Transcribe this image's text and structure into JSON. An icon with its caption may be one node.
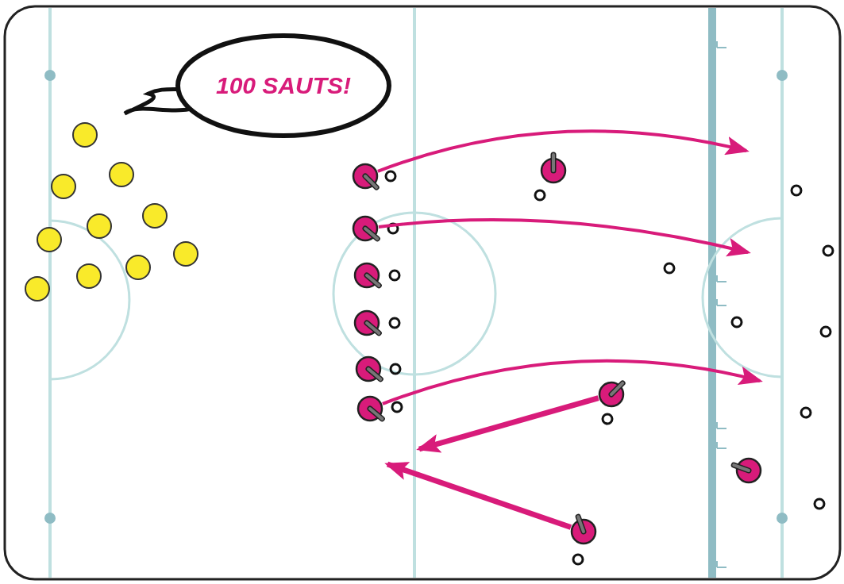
{
  "diagram": {
    "nodes": [
      {
        "text": [
          "100 SAUTS!"
        ]
      },
      {
        "text": [],
        "shape": "circle"
      },
      {
        "text": [],
        "shape": "circle"
      },
      {
        "text": [],
        "shape": "circle"
      },
      {
        "text": [],
        "shape": "circle"
      },
      {
        "text": [],
        "shape": "circle"
      },
      {
        "text": [],
        "shape": "circle"
      },
      {
        "text": [],
        "shape": "circle"
      },
      {
        "text": [],
        "shape": "circle"
      },
      {
        "text": [],
        "shape": "circle"
      },
      {
        "text": [],
        "shape": "circle"
      }
    ],
    "edges": [
      {
        "from": 1,
        "to": null,
        "arrow": "to"
      },
      {
        "from": 2,
        "to": null,
        "arrow": "to"
      },
      {
        "from": 6,
        "to": null,
        "arrow": "to"
      },
      {
        "from": 8,
        "to": null,
        "arrow": "to"
      },
      {
        "from": 10,
        "to": null,
        "arrow": "to"
      }
    ]
  }
}
